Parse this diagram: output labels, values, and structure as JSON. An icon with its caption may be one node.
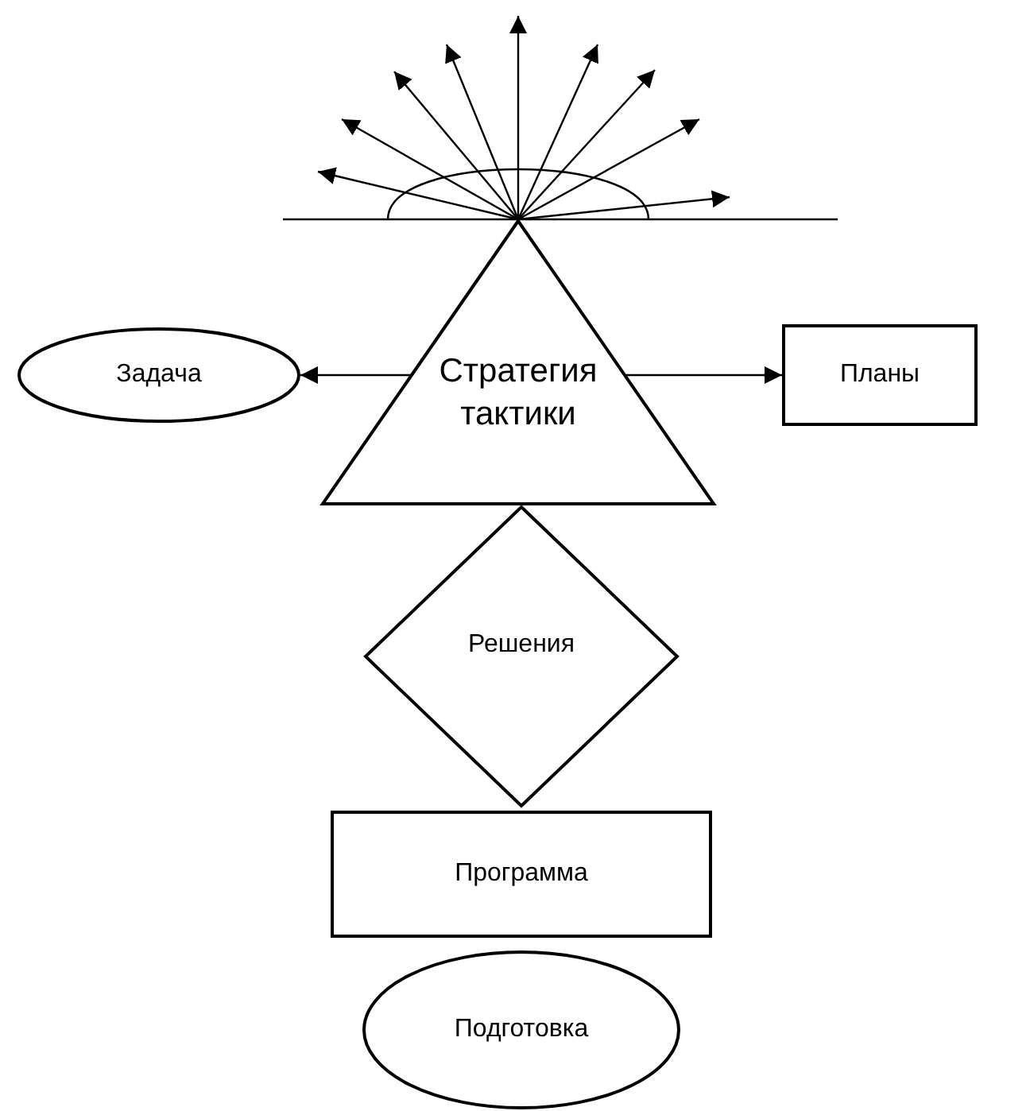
{
  "diagram": {
    "nodes": [
      {
        "text": [
          "Стратегия тактики"
        ]
      },
      {
        "text": [
          "Задача"
        ]
      },
      {
        "text": [
          "Планы"
        ]
      },
      {
        "text": [
          "Решения"
        ]
      },
      {
        "text": [
          "Программа"
        ]
      },
      {
        "text": [
          "Подготовка"
        ]
      }
    ],
    "edges": [
      {
        "from": 0,
        "to": 1,
        "arrow": "to"
      },
      {
        "from": 0,
        "to": 2,
        "arrow": "to"
      }
    ]
  }
}
